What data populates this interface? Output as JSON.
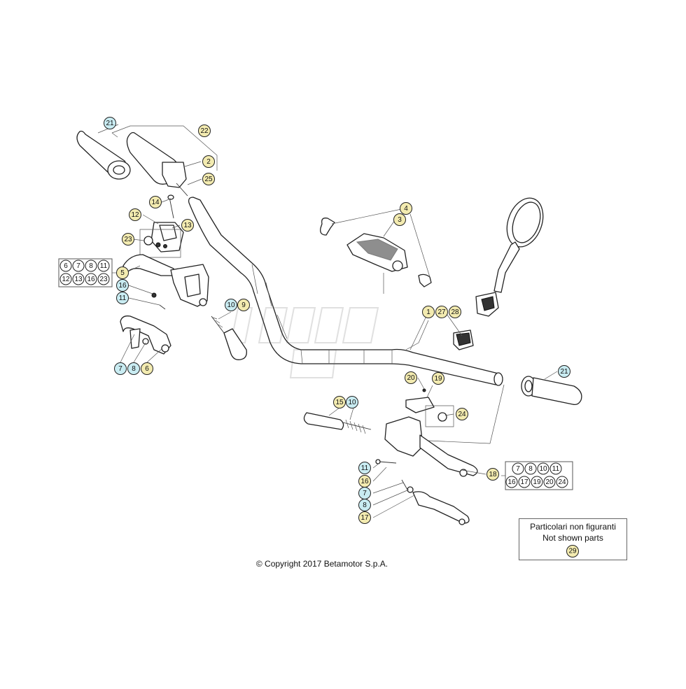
{
  "colors": {
    "callout_yellow": "#f3ebb0",
    "callout_blue": "#c9ecf2",
    "outline": "#222222",
    "background": "#ffffff"
  },
  "copyright": "© Copyright 2017 Betamotor S.p.A.",
  "note": {
    "line_it": "Particolari non figuranti",
    "line_en": "Not shown parts",
    "part": "29"
  },
  "callouts": [
    {
      "id": "c-21-left",
      "label": "21",
      "color": "blue"
    },
    {
      "id": "c-22",
      "label": "22",
      "color": "yellow"
    },
    {
      "id": "c-2",
      "label": "2",
      "color": "yellow"
    },
    {
      "id": "c-25",
      "label": "25",
      "color": "yellow"
    },
    {
      "id": "c-14",
      "label": "14",
      "color": "yellow"
    },
    {
      "id": "c-12",
      "label": "12",
      "color": "yellow"
    },
    {
      "id": "c-13",
      "label": "13",
      "color": "yellow"
    },
    {
      "id": "c-23",
      "label": "23",
      "color": "yellow"
    },
    {
      "id": "c-5",
      "label": "5",
      "color": "yellow"
    },
    {
      "id": "c-16-left",
      "label": "16",
      "color": "blue"
    },
    {
      "id": "c-11-left",
      "label": "11",
      "color": "blue"
    },
    {
      "id": "c-10-left",
      "label": "10",
      "color": "blue"
    },
    {
      "id": "c-9",
      "label": "9",
      "color": "yellow"
    },
    {
      "id": "c-7-left",
      "label": "7",
      "color": "blue"
    },
    {
      "id": "c-8-left",
      "label": "8",
      "color": "blue"
    },
    {
      "id": "c-6",
      "label": "6",
      "color": "yellow"
    },
    {
      "id": "c-4",
      "label": "4",
      "color": "yellow"
    },
    {
      "id": "c-3",
      "label": "3",
      "color": "yellow"
    },
    {
      "id": "c-1",
      "label": "1",
      "color": "yellow"
    },
    {
      "id": "c-27",
      "label": "27",
      "color": "yellow"
    },
    {
      "id": "c-28",
      "label": "28",
      "color": "yellow"
    },
    {
      "id": "c-21-right",
      "label": "21",
      "color": "blue"
    },
    {
      "id": "c-20",
      "label": "20",
      "color": "yellow"
    },
    {
      "id": "c-19",
      "label": "19",
      "color": "yellow"
    },
    {
      "id": "c-24",
      "label": "24",
      "color": "yellow"
    },
    {
      "id": "c-15",
      "label": "15",
      "color": "yellow"
    },
    {
      "id": "c-10-right",
      "label": "10",
      "color": "blue"
    },
    {
      "id": "c-18",
      "label": "18",
      "color": "yellow"
    },
    {
      "id": "c-11-right",
      "label": "11",
      "color": "blue"
    },
    {
      "id": "c-16-right",
      "label": "16",
      "color": "yellow"
    },
    {
      "id": "c-7-right",
      "label": "7",
      "color": "blue"
    },
    {
      "id": "c-8-right",
      "label": "8",
      "color": "blue"
    },
    {
      "id": "c-17",
      "label": "17",
      "color": "yellow"
    }
  ],
  "kit_left": {
    "row1": [
      "6",
      "7",
      "8",
      "11"
    ],
    "row2": [
      "12",
      "13",
      "16",
      "23"
    ]
  },
  "kit_right": {
    "row1": [
      "7",
      "8",
      "10",
      "11"
    ],
    "row2": [
      "16",
      "17",
      "19",
      "20",
      "24"
    ]
  }
}
